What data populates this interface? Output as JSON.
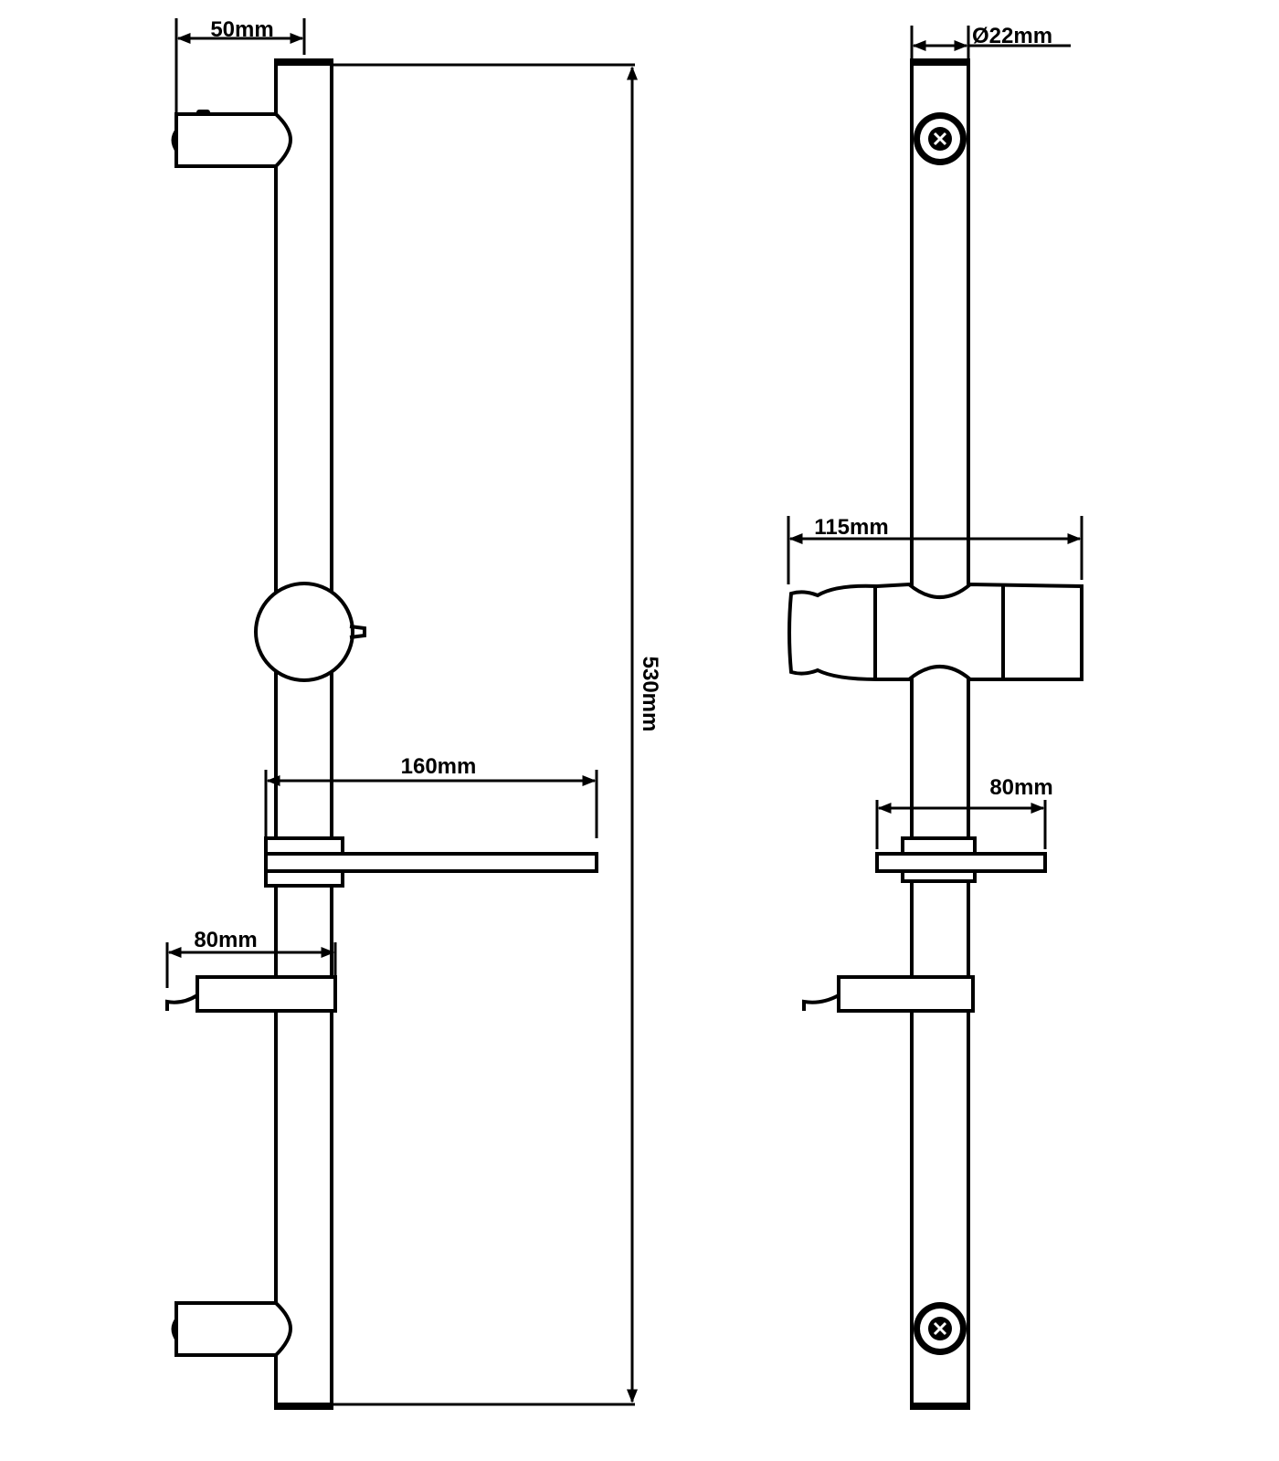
{
  "colors": {
    "line": "#000000",
    "background": "#ffffff"
  },
  "front_view": {
    "dim_bracket_depth": "50mm",
    "dim_total_height": "530mm",
    "dim_soap_dish_width": "160mm",
    "dim_hook_holder_depth": "80mm"
  },
  "side_view": {
    "dim_rail_diameter": "Ø22mm",
    "dim_slider_width": "115mm",
    "dim_soap_dish_width": "80mm"
  }
}
